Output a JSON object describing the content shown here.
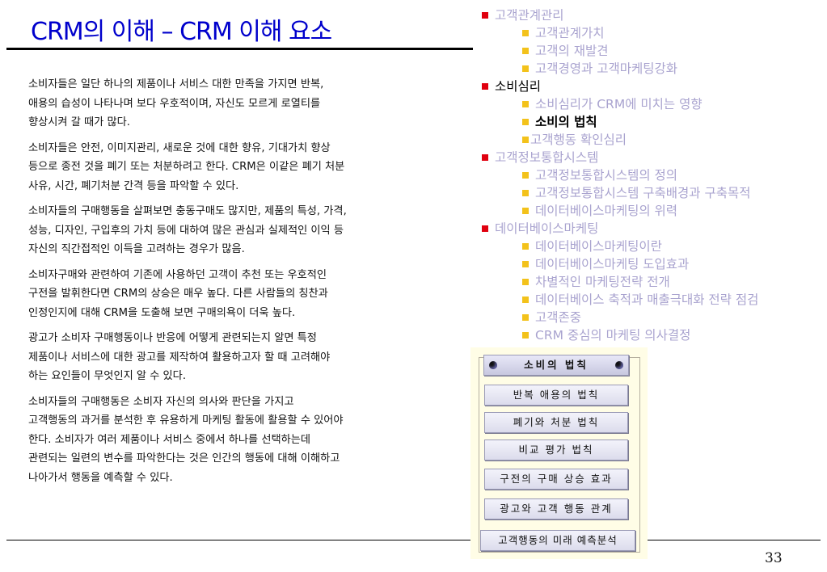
{
  "slide": {
    "title": "CRM의 이해 – CRM 이해 요소",
    "page_number": "33"
  },
  "body": {
    "paragraphs": [
      "소비자들은 일단 하나의 제품이나 서비스 대한 만족을 가지면 반복,\n애용의 습성이 나타나며 보다 우호적이며, 자신도 모르게 로열티를\n향상시켜 갈 때가 많다.",
      "소비자들은 안전, 이미지관리, 새로운 것에 대한 향유, 기대가치 향상\n등으로 종전 것을 폐기 또는 처분하려고 한다. CRM은 이같은 폐기 처분\n사유, 시간, 폐기처분 간격 등을 파악할 수 있다.",
      "소비자들의 구매행동을 살펴보면 충동구매도 많지만, 제품의 특성, 가격,\n성능, 디자인, 구입후의 가치 등에 대하여 많은 관심과 실제적인 이익 등\n자신의 직간접적인 이득을 고려하는 경우가 많음.",
      "소비자구매와 관련하여 기존에 사용하던 고객이 추천 또는 우호적인\n구전을 발휘한다면 CRM의 상승은 매우 높다. 다른 사람들의 칭찬과\n인정인지에 대해 CRM을 도출해 보면 구매의욕이 더욱 높다.",
      "광고가 소비자 구매행동이나 반응에 어떻게 관련되는지 알면 특정\n제품이나 서비스에 대한 광고를 제작하여 활용하고자 할 때 고려해야\n하는 요인들이 무엇인지 알 수 있다.",
      "소비자들의 구매행동은 소비자 자신의 의사와 판단을 가지고\n고객행동의 과거를 분석한 후 유용하게 마케팅 활동에 활용할 수 있어야\n한다. 소비자가 여러 제품이나 서비스 중에서 하나를 선택하는데\n관련되는 일련의 변수를 파악한다는 것은 인간의 행동에 대해 이해하고\n나아가서 행동을 예측할 수 있다."
    ]
  },
  "toc": {
    "items": [
      {
        "label": "고객관계관리",
        "level": 1,
        "state": "muted"
      },
      {
        "label": "고객관계가치",
        "level": 2,
        "state": "muted"
      },
      {
        "label": "고객의 재발견",
        "level": 2,
        "state": "muted"
      },
      {
        "label": "고객경영과 고객마케팅강화",
        "level": 2,
        "state": "muted"
      },
      {
        "label": "소비심리",
        "level": 1,
        "state": "current-section"
      },
      {
        "label": "소비심리가 CRM에 미치는 영향",
        "level": 2,
        "state": "muted"
      },
      {
        "label": "소비의 법칙",
        "level": 2,
        "state": "active"
      },
      {
        "label": "고객행동 확인심리",
        "level": 2,
        "state": "muted",
        "tight": true
      },
      {
        "label": "고객정보통합시스템",
        "level": 1,
        "state": "muted"
      },
      {
        "label": "고객정보통합시스템의 정의",
        "level": 2,
        "state": "muted"
      },
      {
        "label": "고객정보통합시스템 구축배경과 구축목적",
        "level": 2,
        "state": "muted"
      },
      {
        "label": "데이터베이스마케팅의 위력",
        "level": 2,
        "state": "muted"
      },
      {
        "label": "데이터베이스마케팅",
        "level": 1,
        "state": "muted"
      },
      {
        "label": "데이터베이스마케팅이란",
        "level": 2,
        "state": "muted"
      },
      {
        "label": "데이터베이스마케팅 도입효과",
        "level": 2,
        "state": "muted"
      },
      {
        "label": "차별적인 마케팅전략 전개",
        "level": 2,
        "state": "muted"
      },
      {
        "label": "데이터베이스 축적과 매출극대화 전략 점검",
        "level": 2,
        "state": "muted"
      },
      {
        "label": "고객존중",
        "level": 2,
        "state": "muted"
      },
      {
        "label": "CRM 중심의 마케팅 의사결정",
        "level": 2,
        "state": "muted"
      }
    ]
  },
  "panel": {
    "header": "소비의 법칙",
    "buttons": [
      "반복 애용의 법칙",
      "폐기와 처분 법칙",
      "비교 평가 법칙",
      "구전의 구매 상승 효과",
      "광고와 고객 행동 관계",
      "고객행동의 미래 예측분석"
    ]
  },
  "colors": {
    "title": "#0000cc",
    "toc_muted": "#a9a3cf",
    "toc_level1_bullet": "#e0000f",
    "toc_level2_bullet": "#f3c21b",
    "panel_background": "#fffde6"
  }
}
